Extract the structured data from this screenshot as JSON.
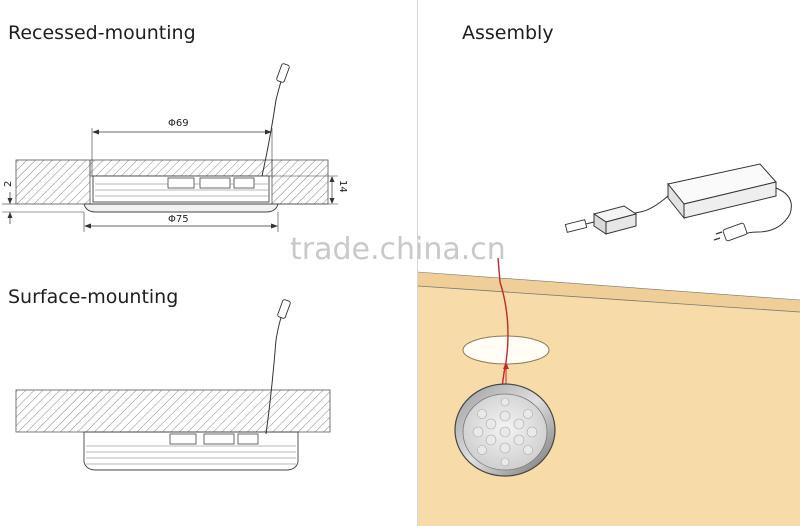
{
  "headings": {
    "recessed": "Recessed-mounting",
    "surface": "Surface-mounting",
    "assembly": "Assembly"
  },
  "dimensions": {
    "inner_diameter": "Φ69",
    "outer_diameter": "Φ75",
    "depth": "14",
    "flange": "2"
  },
  "watermark": "trade.china.cn",
  "colors": {
    "wood_panel": "#f7dcaa",
    "cable_red": "#c0282d",
    "hatch": "#7a7a7a"
  }
}
